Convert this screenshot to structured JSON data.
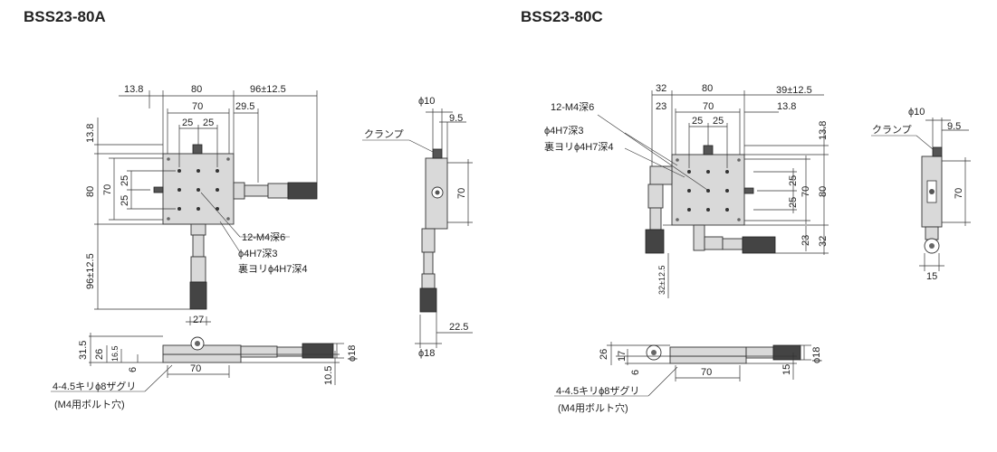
{
  "left": {
    "title": "BSS23-80A",
    "dims": {
      "d13_8": "13.8",
      "d80": "80",
      "d96": "96±12.5",
      "d70": "70",
      "d29_5": "29.5",
      "d25a": "25",
      "d25b": "25",
      "v13_8": "13.8",
      "v80": "80",
      "v70": "70",
      "v25a": "25",
      "v25b": "25",
      "v96": "96±12.5",
      "d27": "27",
      "s31_5": "31.5",
      "s26": "26",
      "s16_5": "16.5",
      "s6": "6",
      "s70": "70",
      "s10_5": "10.5",
      "s18": "ϕ18"
    },
    "notes": {
      "n1": "12-M4深6",
      "n2": "ϕ4H7深3",
      "n3": "裏ヨリϕ4H7深4",
      "n4": "4-4.5キリϕ8ザグリ",
      "n5": "(M4用ボルト穴)"
    },
    "side": {
      "d10": "ϕ10",
      "d9_5": "9.5",
      "clamp": "クランプ",
      "d70": "70",
      "d22_5": "22.5",
      "d18": "ϕ18"
    }
  },
  "right": {
    "title": "BSS23-80C",
    "dims": {
      "d32": "32",
      "d80": "80",
      "d39": "39±12.5",
      "d23": "23",
      "d70": "70",
      "d13_8": "13.8",
      "d25a": "25",
      "d25b": "25",
      "v13_8": "13.8",
      "v70": "70",
      "v80": "80",
      "v25a": "25",
      "v25b": "25",
      "v23": "23",
      "v32": "32",
      "v32pm": "32±12.5",
      "s26": "26",
      "s17": "17",
      "s6": "6",
      "s70": "70",
      "s15": "15",
      "s18": "ϕ18"
    },
    "notes": {
      "n1": "12-M4深6",
      "n2": "ϕ4H7深3",
      "n3": "裏ヨリϕ4H7深4",
      "n4": "4-4.5キリϕ8ザグリ",
      "n5": "(M4用ボルト穴)"
    },
    "side": {
      "d10": "ϕ10",
      "d9_5": "9.5",
      "clamp": "クランプ",
      "d70": "70",
      "d15": "15"
    }
  }
}
